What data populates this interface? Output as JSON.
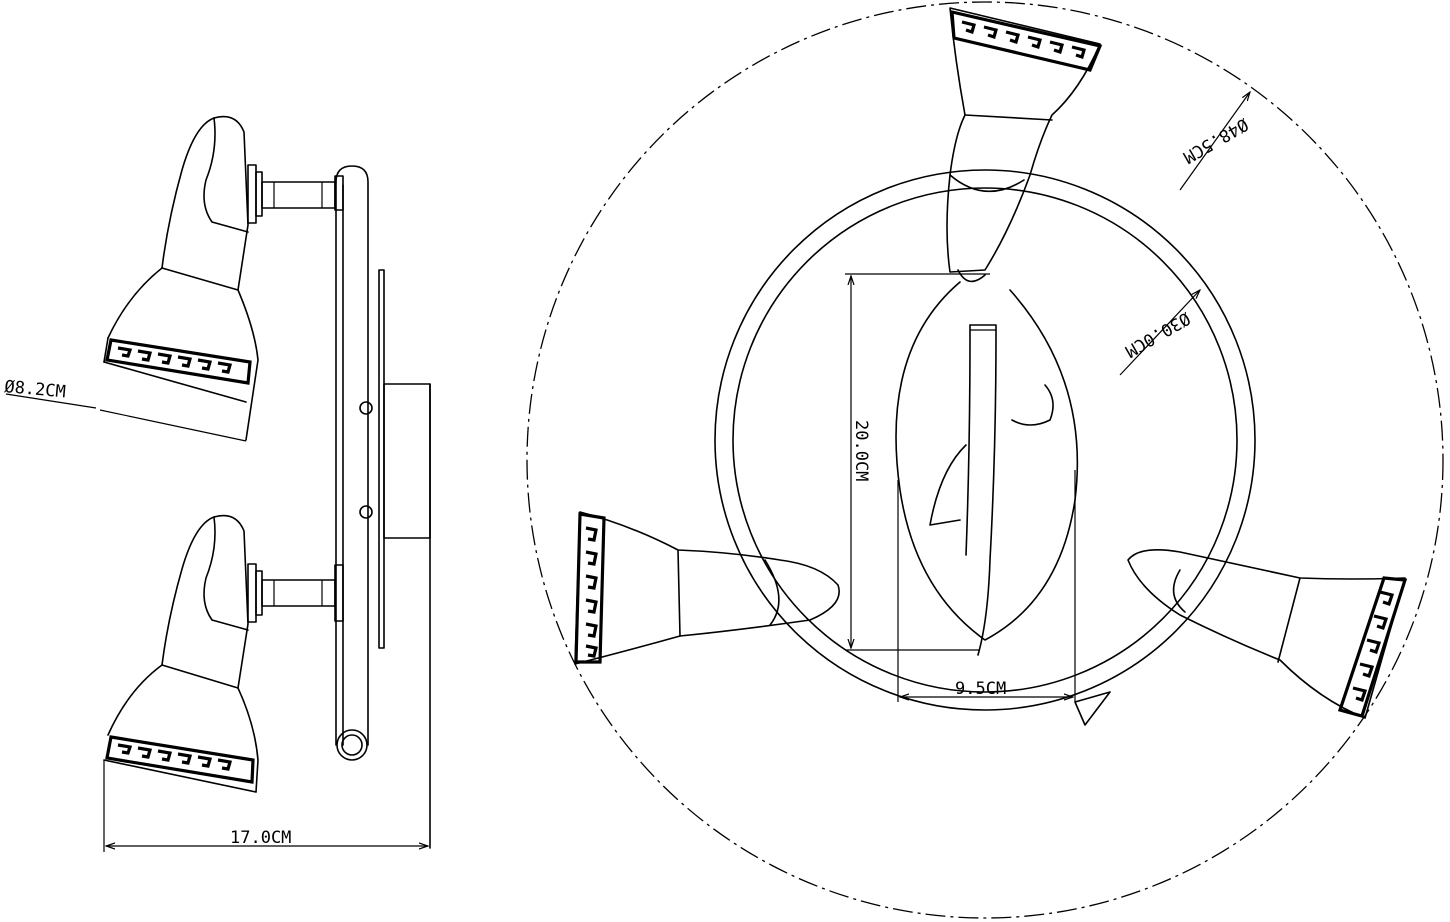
{
  "dimensions": {
    "shade_diameter": "Ø8.2CM",
    "overall_height": "17.0CM",
    "outer_diameter": "Ø48.5CM",
    "base_diameter": "Ø30.0CM",
    "arm_length": "20.0CM",
    "arm_offset": "9.5CM"
  },
  "colors": {
    "line": "#000000",
    "background": "#ffffff"
  }
}
